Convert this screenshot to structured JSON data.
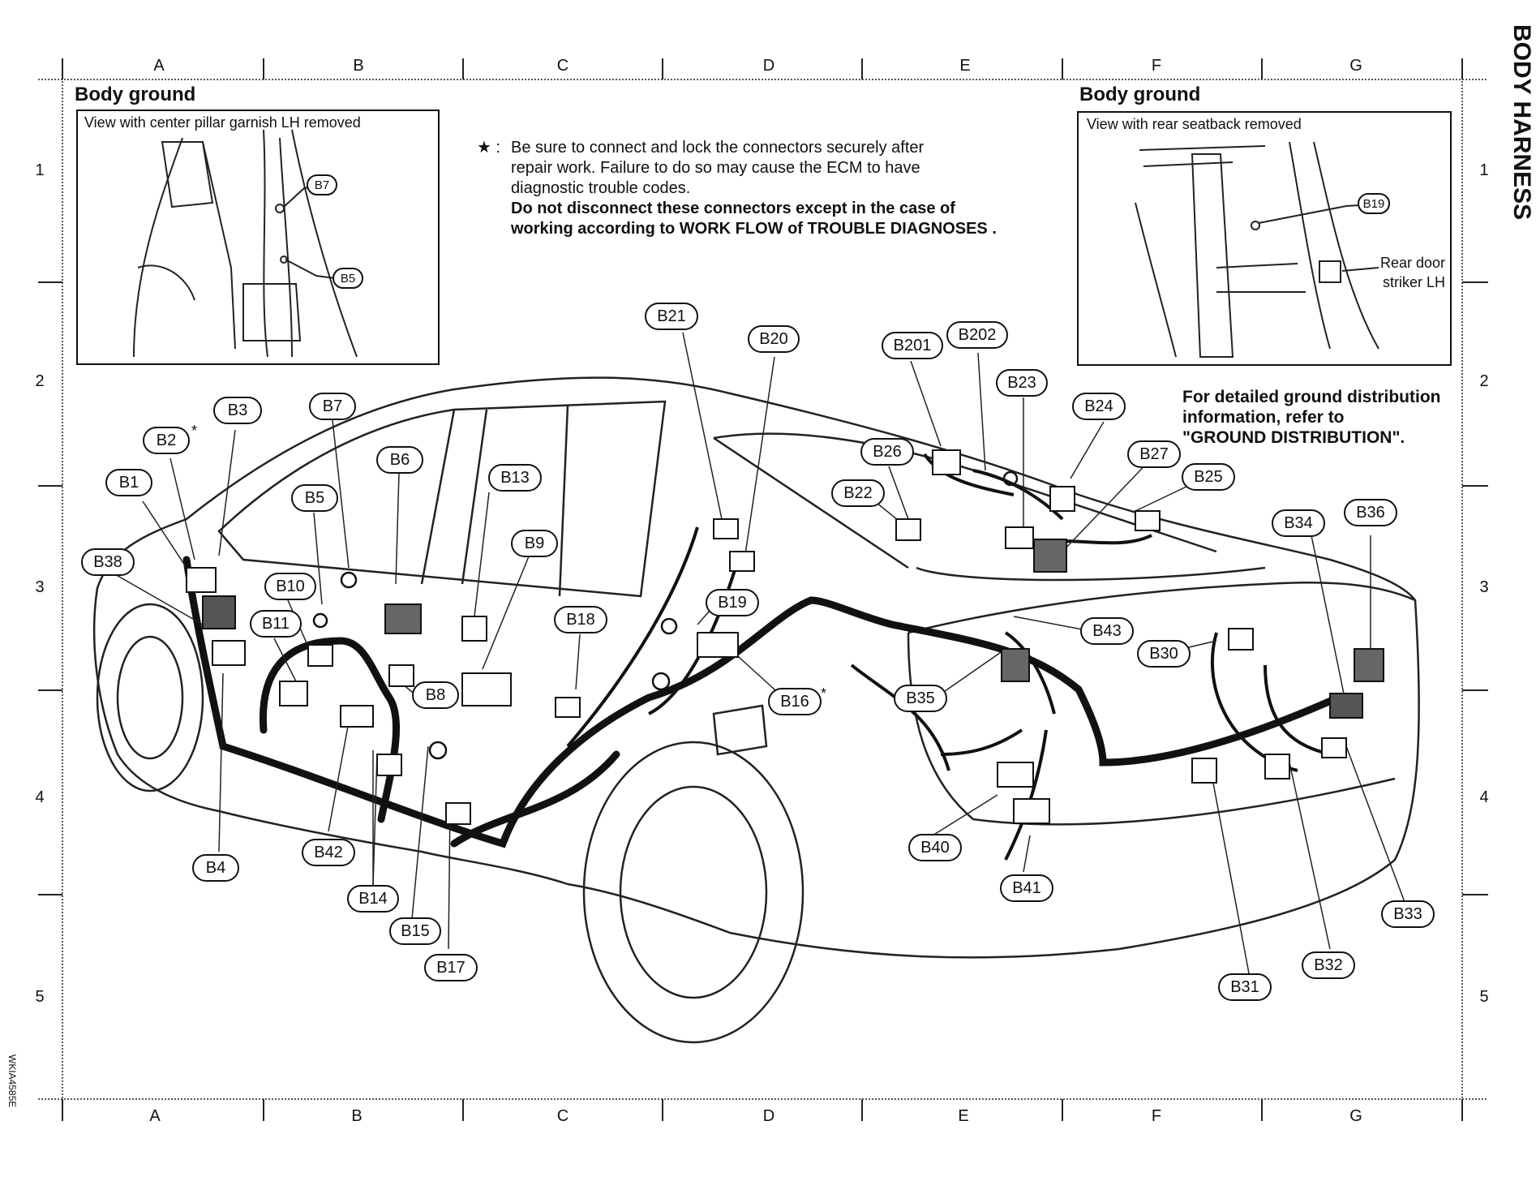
{
  "section_title": "BODY HARNESS",
  "columns": [
    "A",
    "B",
    "C",
    "D",
    "E",
    "F",
    "G"
  ],
  "rows": [
    "1",
    "2",
    "3",
    "4",
    "5"
  ],
  "insets": {
    "left": {
      "title": "Body ground",
      "caption": "View with center pillar garnish LH removed",
      "connectors": [
        "B7",
        "B5"
      ]
    },
    "right": {
      "title": "Body ground",
      "caption": "View with rear seatback removed",
      "connectors": [
        "B19"
      ],
      "label_line1": "Rear door",
      "label_line2": "striker LH"
    }
  },
  "note": {
    "star": "★ :",
    "line1": "Be sure to connect and lock the connectors securely after",
    "line2": "repair work. Failure to do so may cause the ECM to have",
    "line3": "diagnostic trouble codes.",
    "line4": "Do not disconnect these connectors except in the case of",
    "line5": "working according to WORK FLOW of TROUBLE DIAGNOSES ."
  },
  "refer": {
    "line1": "For detailed ground distribution",
    "line2": "information, refer to",
    "line3": "\"GROUND DISTRIBUTION\"."
  },
  "connectors": [
    "B1",
    "B2",
    "B3",
    "B4",
    "B5",
    "B6",
    "B7",
    "B8",
    "B9",
    "B10",
    "B11",
    "B13",
    "B14",
    "B15",
    "B16",
    "B17",
    "B18",
    "B19",
    "B20",
    "B21",
    "B22",
    "B23",
    "B24",
    "B25",
    "B26",
    "B27",
    "B30",
    "B31",
    "B32",
    "B33",
    "B34",
    "B35",
    "B36",
    "B38",
    "B40",
    "B41",
    "B42",
    "B43",
    "B201",
    "B202"
  ],
  "starred": [
    "B2",
    "B16"
  ],
  "star_mark": "*",
  "figure_code": "WKIA4585E"
}
